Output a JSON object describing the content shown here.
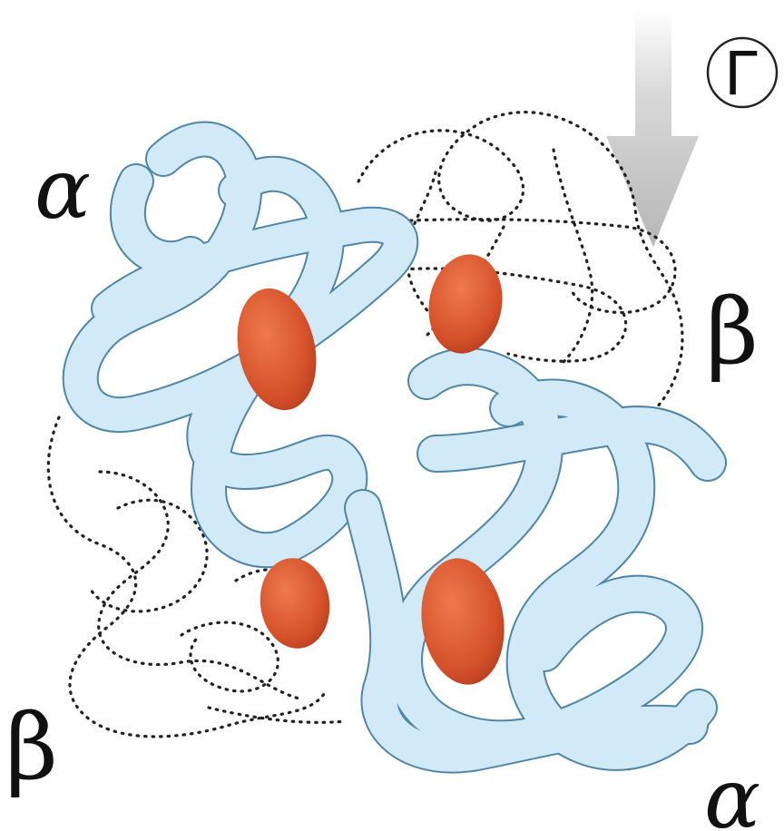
{
  "labels": {
    "alpha_top": "α",
    "alpha_bottom": "α",
    "beta_right": "β",
    "beta_left": "β",
    "gamma": "Г"
  },
  "colors": {
    "ribbon_fill": "#cfe8f6",
    "ribbon_outline": "#4f86a8",
    "heme": "#d9532c",
    "arrow": "#c4c4c4",
    "dotted_chain": "#222222"
  },
  "icons": {
    "arrow": "arrow-down-icon",
    "heme": "heme-group-icon"
  }
}
